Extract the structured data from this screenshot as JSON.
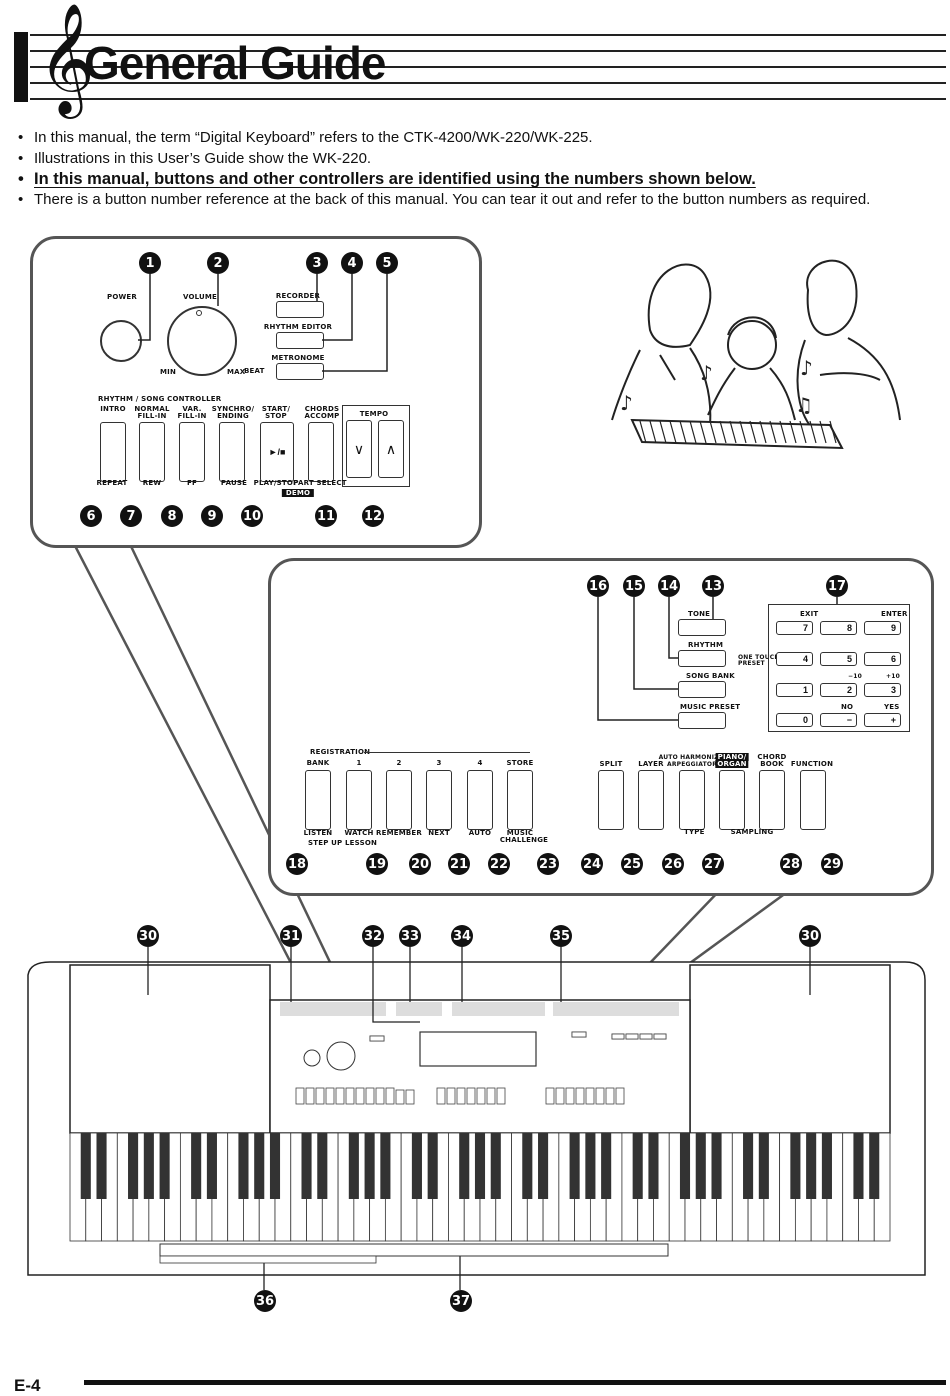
{
  "page": {
    "title": "General Guide",
    "page_number": "E-4"
  },
  "bullets": [
    "In this manual, the term “Digital Keyboard” refers to the CTK-4200/WK-220/WK-225.",
    "Illustrations in this User’s Guide show the WK-220.",
    "In this manual, buttons and other controllers are identified using the numbers shown below.",
    "There is a button number reference at the back of this manual. You can tear it out and refer to the button numbers as required."
  ],
  "numbers": [
    "1",
    "2",
    "3",
    "4",
    "5",
    "6",
    "7",
    "8",
    "9",
    "10",
    "11",
    "12",
    "13",
    "14",
    "15",
    "16",
    "17",
    "18",
    "19",
    "20",
    "21",
    "22",
    "23",
    "24",
    "25",
    "26",
    "27",
    "28",
    "29",
    "30",
    "31",
    "32",
    "33",
    "34",
    "35",
    "36",
    "37"
  ],
  "panel1": {
    "power": "POWER",
    "volume": "VOLUME",
    "min": "MIN",
    "max": "MAX",
    "recorder": "RECORDER",
    "rhythm_editor": "RHYTHM EDITOR",
    "metronome": "METRONOME",
    "beat": "BEAT",
    "controller_title": "RHYTHM / SONG CONTROLLER",
    "top_labels": [
      "INTRO",
      "NORMAL",
      "VAR.",
      "SYNCHRO/",
      "START/",
      "CHORDS"
    ],
    "top_labels2": [
      "",
      "FILL-IN",
      "FILL-IN",
      "ENDING",
      "STOP",
      "ACCOMP"
    ],
    "tempo": "TEMPO",
    "bottom_labels": [
      "REPEAT",
      "REW",
      "FF",
      "PAUSE",
      "PLAY/STOP",
      "PART SELECT"
    ],
    "demo": "DEMO",
    "play_symbol": "►/■",
    "tempo_down": "∨",
    "tempo_up": "∧"
  },
  "panel2": {
    "tone": "TONE",
    "rhythm": "RHYTHM",
    "one_touch": "ONE TOUCH",
    "preset": "PRESET",
    "song_bank": "SONG BANK",
    "music_preset": "MUSIC PRESET",
    "exit": "EXIT",
    "enter": "ENTER",
    "minus10": "−10",
    "plus10": "+10",
    "no": "NO",
    "yes": "YES",
    "keypad": [
      "7",
      "8",
      "9",
      "4",
      "5",
      "6",
      "1",
      "2",
      "3",
      "0",
      "−",
      "+"
    ],
    "registration": "REGISTRATION",
    "reg_labels": [
      "BANK",
      "1",
      "2",
      "3",
      "4",
      "STORE"
    ],
    "lesson_labels": [
      "LISTEN",
      "WATCH",
      "REMEMBER",
      "NEXT",
      "AUTO",
      "MUSIC",
      "CHALLENGE"
    ],
    "step_up": "STEP UP LESSON",
    "split": "SPLIT",
    "layer": "LAYER",
    "auto_harm": "AUTO HARMONIZE/",
    "arpeggiator": "ARPEGGIATOR",
    "piano_organ_1": "PIANO/",
    "piano_organ_2": "ORGAN",
    "chord_book_1": "CHORD",
    "chord_book_2": "BOOK",
    "function": "FUNCTION",
    "type": "TYPE",
    "sampling": "SAMPLING"
  }
}
